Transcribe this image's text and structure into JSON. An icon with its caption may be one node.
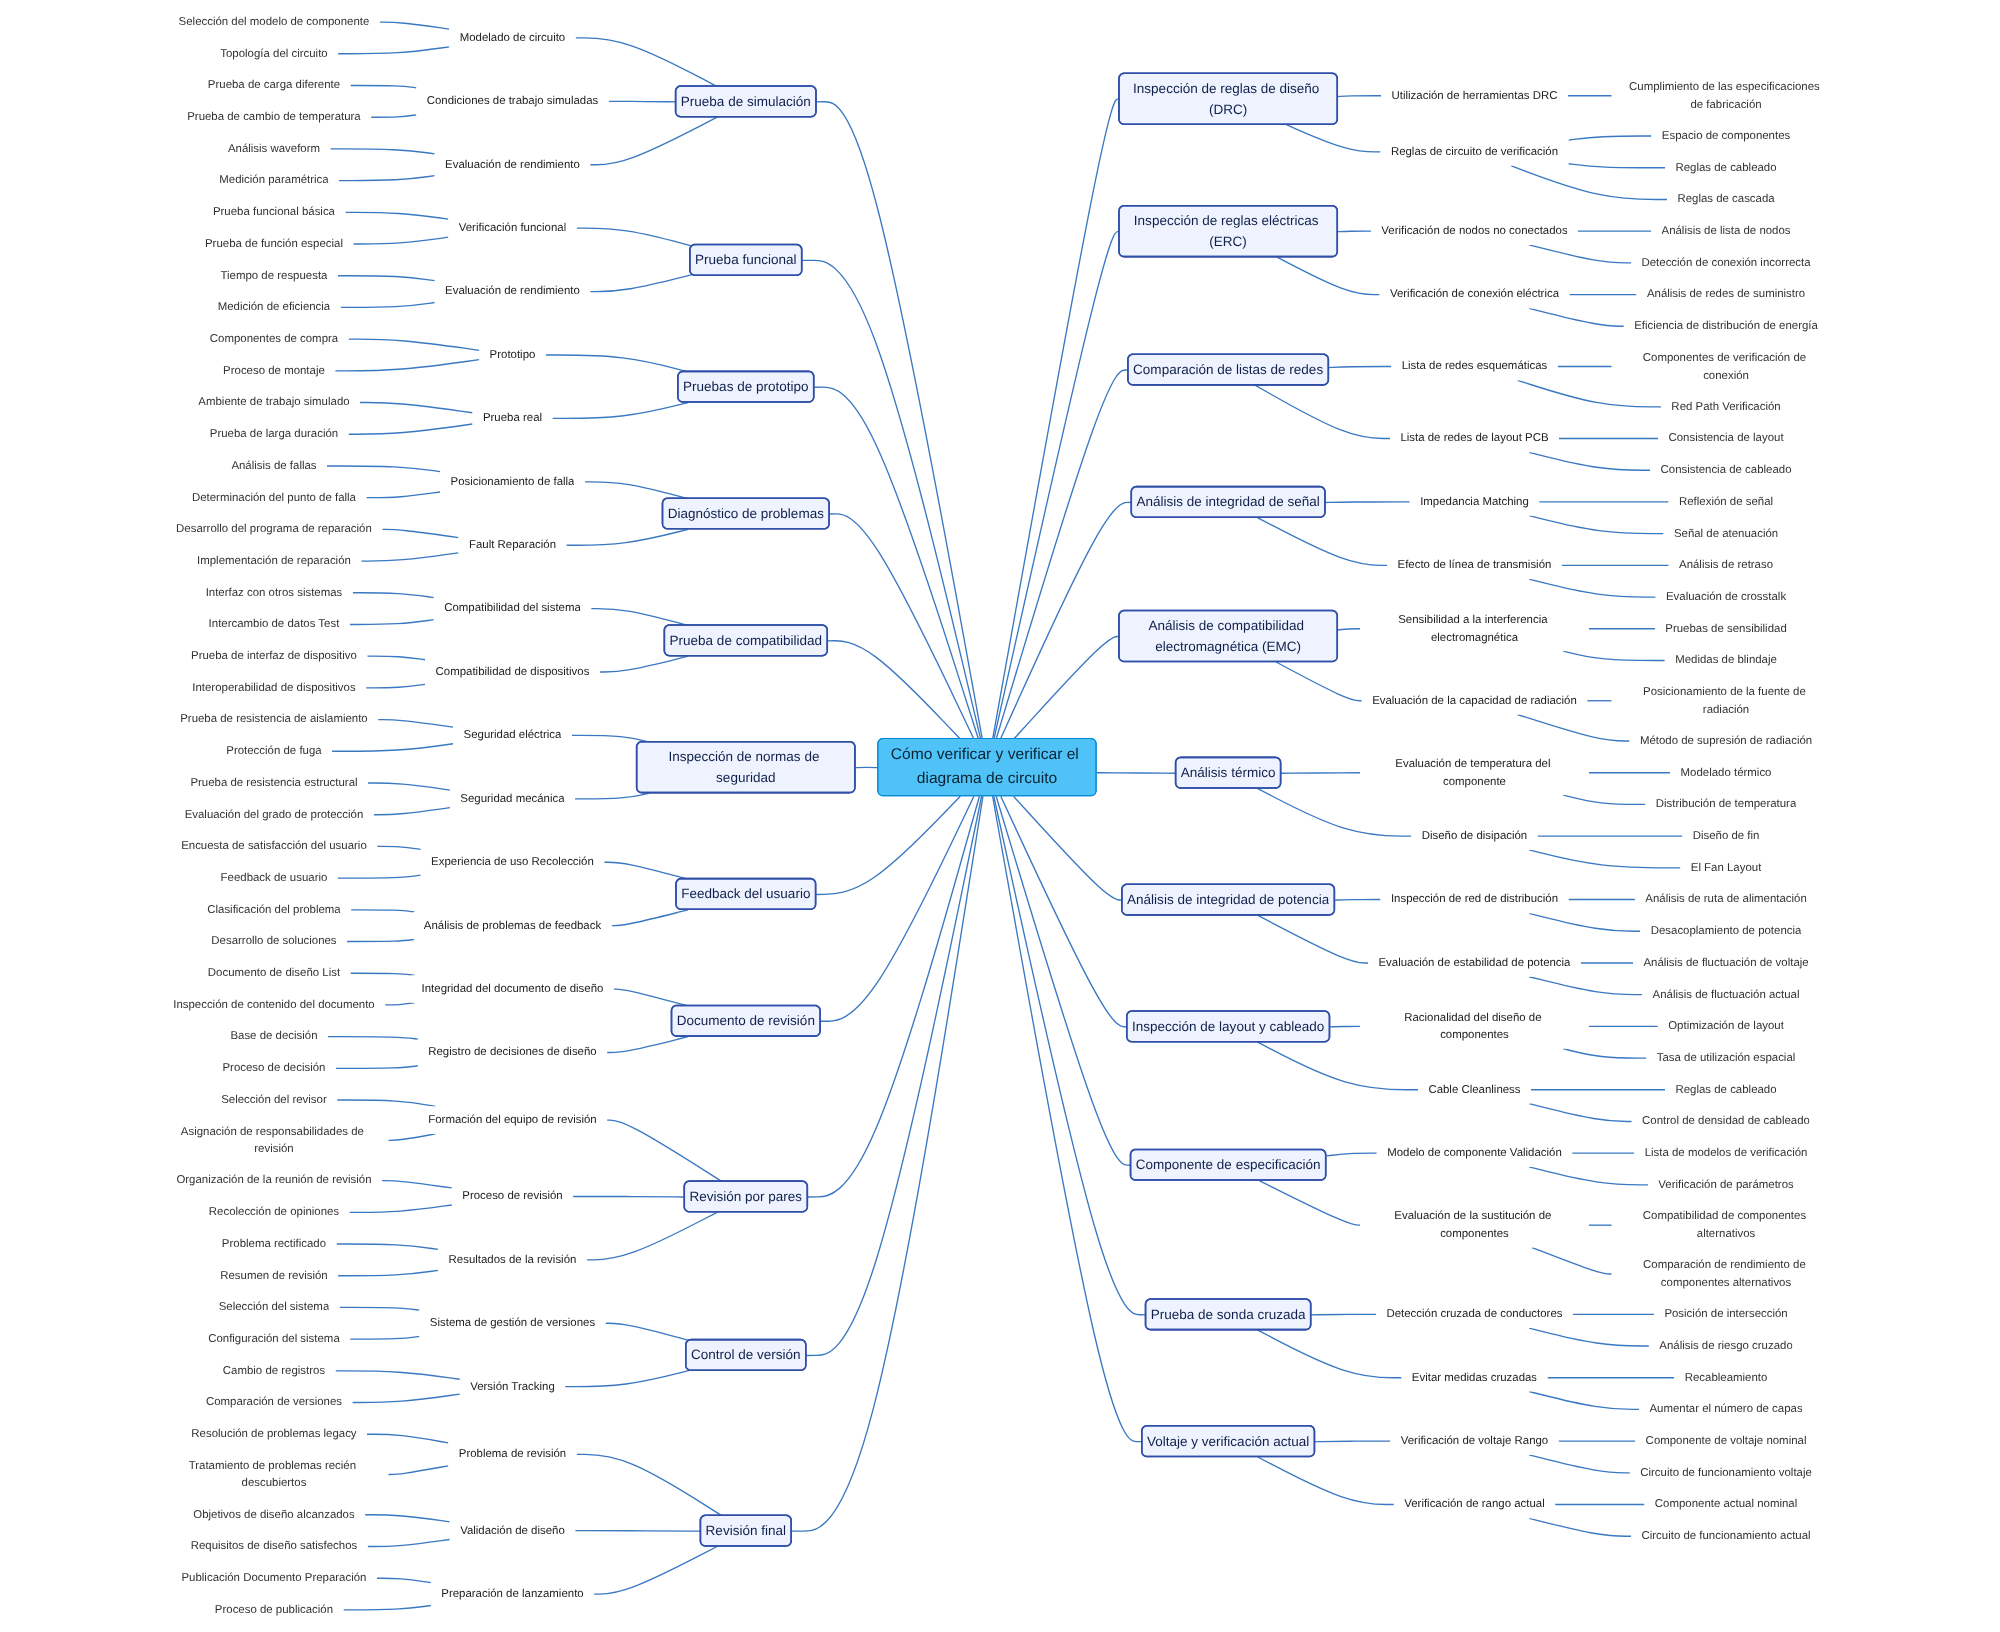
{
  "diagram": {
    "nodes": [
      {
        "text": [
          "Cómo verificar y verificar el diagrama de circuito"
        ]
      },
      {
        "text": [
          "Prueba de simulación"
        ]
      },
      {
        "text": [
          "Modelado de circuito"
        ]
      },
      {
        "text": [
          "Selección del modelo de componente"
        ]
      },
      {
        "text": [
          "Topología del circuito"
        ]
      },
      {
        "text": [
          "Condiciones de trabajo simuladas"
        ]
      },
      {
        "text": [
          "Prueba de carga diferente"
        ]
      },
      {
        "text": [
          "Prueba de cambio de temperatura"
        ]
      },
      {
        "text": [
          "Evaluación de rendimiento"
        ]
      },
      {
        "text": [
          "Análisis waveform"
        ]
      },
      {
        "text": [
          "Medición paramétrica"
        ]
      },
      {
        "text": [
          "Prueba funcional"
        ]
      },
      {
        "text": [
          "Verificación funcional"
        ]
      },
      {
        "text": [
          "Prueba funcional básica"
        ]
      },
      {
        "text": [
          "Prueba de función especial"
        ]
      },
      {
        "text": [
          "Evaluación de rendimiento"
        ]
      },
      {
        "text": [
          "Tiempo de respuesta"
        ]
      },
      {
        "text": [
          "Medición de eficiencia"
        ]
      },
      {
        "text": [
          "Pruebas de prototipo"
        ]
      },
      {
        "text": [
          "Prototipo"
        ]
      },
      {
        "text": [
          "Componentes de compra"
        ]
      },
      {
        "text": [
          "Proceso de montaje"
        ]
      },
      {
        "text": [
          "Prueba real"
        ]
      },
      {
        "text": [
          "Ambiente de trabajo simulado"
        ]
      },
      {
        "text": [
          "Prueba de larga duración"
        ]
      },
      {
        "text": [
          "Diagnóstico de problemas"
        ]
      },
      {
        "text": [
          "Posicionamiento de falla"
        ]
      },
      {
        "text": [
          "Análisis de fallas"
        ]
      },
      {
        "text": [
          "Determinación del punto de falla"
        ]
      },
      {
        "text": [
          "Fault Reparación"
        ]
      },
      {
        "text": [
          "Desarrollo del programa de reparación"
        ]
      },
      {
        "text": [
          "Implementación de reparación"
        ]
      },
      {
        "text": [
          "Prueba de compatibilidad"
        ]
      },
      {
        "text": [
          "Compatibilidad del sistema"
        ]
      },
      {
        "text": [
          "Interfaz con otros sistemas"
        ]
      },
      {
        "text": [
          "Intercambio de datos Test"
        ]
      },
      {
        "text": [
          "Compatibilidad de dispositivos"
        ]
      },
      {
        "text": [
          "Prueba de interfaz de dispositivo"
        ]
      },
      {
        "text": [
          "Interoperabilidad de dispositivos"
        ]
      },
      {
        "text": [
          "Inspección de normas de seguridad"
        ]
      },
      {
        "text": [
          "Seguridad eléctrica"
        ]
      },
      {
        "text": [
          "Prueba de resistencia de aislamiento"
        ]
      },
      {
        "text": [
          "Protección de fuga"
        ]
      },
      {
        "text": [
          "Seguridad mecánica"
        ]
      },
      {
        "text": [
          "Prueba de resistencia estructural"
        ]
      },
      {
        "text": [
          "Evaluación del grado de protección"
        ]
      },
      {
        "text": [
          "Feedback del usuario"
        ]
      },
      {
        "text": [
          "Experiencia de uso Recolección"
        ]
      },
      {
        "text": [
          "Encuesta de satisfacción del usuario"
        ]
      },
      {
        "text": [
          "Feedback de usuario"
        ]
      },
      {
        "text": [
          "Análisis de problemas de feedback"
        ]
      },
      {
        "text": [
          "Clasificación del problema"
        ]
      },
      {
        "text": [
          "Desarrollo de soluciones"
        ]
      },
      {
        "text": [
          "Documento de revisión"
        ]
      },
      {
        "text": [
          "Integridad del documento de diseño"
        ]
      },
      {
        "text": [
          "Documento de diseño List"
        ]
      },
      {
        "text": [
          "Inspección de contenido del documento"
        ]
      },
      {
        "text": [
          "Registro de decisiones de diseño"
        ]
      },
      {
        "text": [
          "Base de decisión"
        ]
      },
      {
        "text": [
          "Proceso de decisión"
        ]
      },
      {
        "text": [
          "Revisión por pares"
        ]
      },
      {
        "text": [
          "Formación del equipo de revisión"
        ]
      },
      {
        "text": [
          "Selección del revisor"
        ]
      },
      {
        "text": [
          "Asignación de responsabilidades de revisión"
        ]
      },
      {
        "text": [
          "Proceso de revisión"
        ]
      },
      {
        "text": [
          "Organización de la reunión de revisión"
        ]
      },
      {
        "text": [
          "Recolección de opiniones"
        ]
      },
      {
        "text": [
          "Resultados de la revisión"
        ]
      },
      {
        "text": [
          "Problema rectificado"
        ]
      },
      {
        "text": [
          "Resumen de revisión"
        ]
      },
      {
        "text": [
          "Control de versión"
        ]
      },
      {
        "text": [
          "Sistema de gestión de versiones"
        ]
      },
      {
        "text": [
          "Selección del sistema"
        ]
      },
      {
        "text": [
          "Configuración del sistema"
        ]
      },
      {
        "text": [
          "Versión Tracking"
        ]
      },
      {
        "text": [
          "Cambio de registros"
        ]
      },
      {
        "text": [
          "Comparación de versiones"
        ]
      },
      {
        "text": [
          "Revisión final"
        ]
      },
      {
        "text": [
          "Problema de revisión"
        ]
      },
      {
        "text": [
          "Resolución de problemas legacy"
        ]
      },
      {
        "text": [
          "Tratamiento de problemas recién descubiertos"
        ]
      },
      {
        "text": [
          "Validación de diseño"
        ]
      },
      {
        "text": [
          "Objetivos de diseño alcanzados"
        ]
      },
      {
        "text": [
          "Requisitos de diseño satisfechos"
        ]
      },
      {
        "text": [
          "Preparación de lanzamiento"
        ]
      },
      {
        "text": [
          "Publicación Documento Preparación"
        ]
      },
      {
        "text": [
          "Proceso de publicación"
        ]
      },
      {
        "text": [
          "Inspección de reglas de diseño (DRC)"
        ]
      },
      {
        "text": [
          "Utilización de herramientas DRC"
        ]
      },
      {
        "text": [
          "Cumplimiento de las especificaciones de fabricación"
        ]
      },
      {
        "text": [
          "Reglas de circuito de verificación"
        ]
      },
      {
        "text": [
          "Espacio de componentes"
        ]
      },
      {
        "text": [
          "Reglas de cableado"
        ]
      },
      {
        "text": [
          "Reglas de cascada"
        ]
      },
      {
        "text": [
          "Inspección de reglas eléctricas (ERC)"
        ]
      },
      {
        "text": [
          "Verificación de nodos no conectados"
        ]
      },
      {
        "text": [
          "Análisis de lista de nodos"
        ]
      },
      {
        "text": [
          "Detección de conexión incorrecta"
        ]
      },
      {
        "text": [
          "Verificación de conexión eléctrica"
        ]
      },
      {
        "text": [
          "Análisis de redes de suministro"
        ]
      },
      {
        "text": [
          "Eficiencia de distribución de energía"
        ]
      },
      {
        "text": [
          "Comparación de listas de redes"
        ]
      },
      {
        "text": [
          "Lista de redes esquemáticas"
        ]
      },
      {
        "text": [
          "Componentes de verificación de conexión"
        ]
      },
      {
        "text": [
          "Red Path Verificación"
        ]
      },
      {
        "text": [
          "Lista de redes de layout PCB"
        ]
      },
      {
        "text": [
          "Consistencia de layout"
        ]
      },
      {
        "text": [
          "Consistencia de cableado"
        ]
      },
      {
        "text": [
          "Análisis de integridad de señal"
        ]
      },
      {
        "text": [
          "Impedancia Matching"
        ]
      },
      {
        "text": [
          "Reflexión de señal"
        ]
      },
      {
        "text": [
          "Señal de atenuación"
        ]
      },
      {
        "text": [
          "Efecto de línea de transmisión"
        ]
      },
      {
        "text": [
          "Análisis de retraso"
        ]
      },
      {
        "text": [
          "Evaluación de crosstalk"
        ]
      },
      {
        "text": [
          "Análisis de compatibilidad electromagnética (EMC)"
        ]
      },
      {
        "text": [
          "Sensibilidad a la interferencia electromagnética"
        ]
      },
      {
        "text": [
          "Pruebas de sensibilidad"
        ]
      },
      {
        "text": [
          "Medidas de blindaje"
        ]
      },
      {
        "text": [
          "Evaluación de la capacidad de radiación"
        ]
      },
      {
        "text": [
          "Posicionamiento de la fuente de radiación"
        ]
      },
      {
        "text": [
          "Método de supresión de radiación"
        ]
      },
      {
        "text": [
          "Análisis térmico"
        ]
      },
      {
        "text": [
          "Evaluación de temperatura del componente"
        ]
      },
      {
        "text": [
          "Modelado térmico"
        ]
      },
      {
        "text": [
          "Distribución de temperatura"
        ]
      },
      {
        "text": [
          "Diseño de disipación"
        ]
      },
      {
        "text": [
          "Diseño de fin"
        ]
      },
      {
        "text": [
          "El Fan Layout"
        ]
      },
      {
        "text": [
          "Análisis de integridad de potencia"
        ]
      },
      {
        "text": [
          "Inspección de red de distribución"
        ]
      },
      {
        "text": [
          "Análisis de ruta de alimentación"
        ]
      },
      {
        "text": [
          "Desacoplamiento de potencia"
        ]
      },
      {
        "text": [
          "Evaluación de estabilidad de potencia"
        ]
      },
      {
        "text": [
          "Análisis de fluctuación de voltaje"
        ]
      },
      {
        "text": [
          "Análisis de fluctuación actual"
        ]
      },
      {
        "text": [
          "Inspección de layout y cableado"
        ]
      },
      {
        "text": [
          "Racionalidad del diseño de componentes"
        ]
      },
      {
        "text": [
          "Optimización de layout"
        ]
      },
      {
        "text": [
          "Tasa de utilización espacial"
        ]
      },
      {
        "text": [
          "Cable Cleanliness"
        ]
      },
      {
        "text": [
          "Reglas de cableado"
        ]
      },
      {
        "text": [
          "Control de densidad de cableado"
        ]
      },
      {
        "text": [
          "Componente de especificación"
        ]
      },
      {
        "text": [
          "Modelo de componente Validación"
        ]
      },
      {
        "text": [
          "Lista de modelos de verificación"
        ]
      },
      {
        "text": [
          "Verificación de parámetros"
        ]
      },
      {
        "text": [
          "Evaluación de la sustitución de componentes"
        ]
      },
      {
        "text": [
          "Compatibilidad de componentes alternativos"
        ]
      },
      {
        "text": [
          "Comparación de rendimiento de componentes alternativos"
        ]
      },
      {
        "text": [
          "Prueba de sonda cruzada"
        ]
      },
      {
        "text": [
          "Detección cruzada de conductores"
        ]
      },
      {
        "text": [
          "Posición de intersección"
        ]
      },
      {
        "text": [
          "Análisis de riesgo cruzado"
        ]
      },
      {
        "text": [
          "Evitar medidas cruzadas"
        ]
      },
      {
        "text": [
          "Recableamiento"
        ]
      },
      {
        "text": [
          "Aumentar el número de capas"
        ]
      },
      {
        "text": [
          "Voltaje y verificación actual"
        ]
      },
      {
        "text": [
          "Verificación de voltaje Rango"
        ]
      },
      {
        "text": [
          "Componente de voltaje nominal"
        ]
      },
      {
        "text": [
          "Circuito de funcionamiento voltaje"
        ]
      },
      {
        "text": [
          "Verificación de rango actual"
        ]
      },
      {
        "text": [
          "Componente actual nominal"
        ]
      },
      {
        "text": [
          "Circuito de funcionamiento actual"
        ]
      }
    ],
    "edges": [
      {
        "from": 1,
        "to": 0,
        "arrow": "none"
      },
      {
        "from": 2,
        "to": 1,
        "arrow": "none"
      },
      {
        "from": 3,
        "to": 2,
        "arrow": "none"
      },
      {
        "from": 4,
        "to": 2,
        "arrow": "none"
      },
      {
        "from": 5,
        "to": 1,
        "arrow": "none"
      },
      {
        "from": 6,
        "to": 5,
        "arrow": "none"
      },
      {
        "from": 7,
        "to": 5,
        "arrow": "none"
      },
      {
        "from": 8,
        "to": 1,
        "arrow": "none"
      },
      {
        "from": 9,
        "to": 8,
        "arrow": "none"
      },
      {
        "from": 10,
        "to": 8,
        "arrow": "none"
      },
      {
        "from": 11,
        "to": 0,
        "arrow": "none"
      },
      {
        "from": 12,
        "to": 11,
        "arrow": "none"
      },
      {
        "from": 13,
        "to": 12,
        "arrow": "none"
      },
      {
        "from": 14,
        "to": 12,
        "arrow": "none"
      },
      {
        "from": 15,
        "to": 11,
        "arrow": "none"
      },
      {
        "from": 16,
        "to": 15,
        "arrow": "none"
      },
      {
        "from": 17,
        "to": 15,
        "arrow": "none"
      },
      {
        "from": 18,
        "to": 0,
        "arrow": "none"
      },
      {
        "from": 19,
        "to": 18,
        "arrow": "none"
      },
      {
        "from": 20,
        "to": 19,
        "arrow": "none"
      },
      {
        "from": 21,
        "to": 19,
        "arrow": "none"
      },
      {
        "from": 22,
        "to": 18,
        "arrow": "none"
      },
      {
        "from": 23,
        "to": 22,
        "arrow": "none"
      },
      {
        "from": 24,
        "to": 22,
        "arrow": "none"
      },
      {
        "from": 25,
        "to": 0,
        "arrow": "none"
      },
      {
        "from": 26,
        "to": 25,
        "arrow": "none"
      },
      {
        "from": 27,
        "to": 26,
        "arrow": "none"
      },
      {
        "from": 28,
        "to": 26,
        "arrow": "none"
      },
      {
        "from": 29,
        "to": 25,
        "arrow": "none"
      },
      {
        "from": 30,
        "to": 29,
        "arrow": "none"
      },
      {
        "from": 31,
        "to": 29,
        "arrow": "none"
      },
      {
        "from": 32,
        "to": 0,
        "arrow": "none"
      },
      {
        "from": 33,
        "to": 32,
        "arrow": "none"
      },
      {
        "from": 34,
        "to": 33,
        "arrow": "none"
      },
      {
        "from": 35,
        "to": 33,
        "arrow": "none"
      },
      {
        "from": 36,
        "to": 32,
        "arrow": "none"
      },
      {
        "from": 37,
        "to": 36,
        "arrow": "none"
      },
      {
        "from": 38,
        "to": 36,
        "arrow": "none"
      },
      {
        "from": 39,
        "to": 0,
        "arrow": "none"
      },
      {
        "from": 40,
        "to": 39,
        "arrow": "none"
      },
      {
        "from": 41,
        "to": 40,
        "arrow": "none"
      },
      {
        "from": 42,
        "to": 40,
        "arrow": "none"
      },
      {
        "from": 43,
        "to": 39,
        "arrow": "none"
      },
      {
        "from": 44,
        "to": 43,
        "arrow": "none"
      },
      {
        "from": 45,
        "to": 43,
        "arrow": "none"
      },
      {
        "from": 46,
        "to": 0,
        "arrow": "none"
      },
      {
        "from": 47,
        "to": 46,
        "arrow": "none"
      },
      {
        "from": 48,
        "to": 47,
        "arrow": "none"
      },
      {
        "from": 49,
        "to": 47,
        "arrow": "none"
      },
      {
        "from": 50,
        "to": 46,
        "arrow": "none"
      },
      {
        "from": 51,
        "to": 50,
        "arrow": "none"
      },
      {
        "from": 52,
        "to": 50,
        "arrow": "none"
      },
      {
        "from": 53,
        "to": 0,
        "arrow": "none"
      },
      {
        "from": 54,
        "to": 53,
        "arrow": "none"
      },
      {
        "from": 55,
        "to": 54,
        "arrow": "none"
      },
      {
        "from": 56,
        "to": 54,
        "arrow": "none"
      },
      {
        "from": 57,
        "to": 53,
        "arrow": "none"
      },
      {
        "from": 58,
        "to": 57,
        "arrow": "none"
      },
      {
        "from": 59,
        "to": 57,
        "arrow": "none"
      },
      {
        "from": 60,
        "to": 0,
        "arrow": "none"
      },
      {
        "from": 61,
        "to": 60,
        "arrow": "none"
      },
      {
        "from": 62,
        "to": 61,
        "arrow": "none"
      },
      {
        "from": 63,
        "to": 61,
        "arrow": "none"
      },
      {
        "from": 64,
        "to": 60,
        "arrow": "none"
      },
      {
        "from": 65,
        "to": 64,
        "arrow": "none"
      },
      {
        "from": 66,
        "to": 64,
        "arrow": "none"
      },
      {
        "from": 67,
        "to": 60,
        "arrow": "none"
      },
      {
        "from": 68,
        "to": 67,
        "arrow": "none"
      },
      {
        "from": 69,
        "to": 67,
        "arrow": "none"
      },
      {
        "from": 70,
        "to": 0,
        "arrow": "none"
      },
      {
        "from": 71,
        "to": 70,
        "arrow": "none"
      },
      {
        "from": 72,
        "to": 71,
        "arrow": "none"
      },
      {
        "from": 73,
        "to": 71,
        "arrow": "none"
      },
      {
        "from": 74,
        "to": 70,
        "arrow": "none"
      },
      {
        "from": 75,
        "to": 74,
        "arrow": "none"
      },
      {
        "from": 76,
        "to": 74,
        "arrow": "none"
      },
      {
        "from": 77,
        "to": 0,
        "arrow": "none"
      },
      {
        "from": 78,
        "to": 77,
        "arrow": "none"
      },
      {
        "from": 79,
        "to": 78,
        "arrow": "none"
      },
      {
        "from": 80,
        "to": 78,
        "arrow": "none"
      },
      {
        "from": 81,
        "to": 77,
        "arrow": "none"
      },
      {
        "from": 82,
        "to": 81,
        "arrow": "none"
      },
      {
        "from": 83,
        "to": 81,
        "arrow": "none"
      },
      {
        "from": 84,
        "to": 77,
        "arrow": "none"
      },
      {
        "from": 85,
        "to": 84,
        "arrow": "none"
      },
      {
        "from": 86,
        "to": 84,
        "arrow": "none"
      },
      {
        "from": 0,
        "to": 87,
        "arrow": "none"
      },
      {
        "from": 87,
        "to": 88,
        "arrow": "none"
      },
      {
        "from": 88,
        "to": 89,
        "arrow": "none"
      },
      {
        "from": 87,
        "to": 90,
        "arrow": "none"
      },
      {
        "from": 90,
        "to": 91,
        "arrow": "none"
      },
      {
        "from": 90,
        "to": 92,
        "arrow": "none"
      },
      {
        "from": 90,
        "to": 93,
        "arrow": "none"
      },
      {
        "from": 0,
        "to": 94,
        "arrow": "none"
      },
      {
        "from": 94,
        "to": 95,
        "arrow": "none"
      },
      {
        "from": 95,
        "to": 96,
        "arrow": "none"
      },
      {
        "from": 95,
        "to": 97,
        "arrow": "none"
      },
      {
        "from": 94,
        "to": 98,
        "arrow": "none"
      },
      {
        "from": 98,
        "to": 99,
        "arrow": "none"
      },
      {
        "from": 98,
        "to": 100,
        "arrow": "none"
      },
      {
        "from": 0,
        "to": 101,
        "arrow": "none"
      },
      {
        "from": 101,
        "to": 102,
        "arrow": "none"
      },
      {
        "from": 102,
        "to": 103,
        "arrow": "none"
      },
      {
        "from": 102,
        "to": 104,
        "arrow": "none"
      },
      {
        "from": 101,
        "to": 105,
        "arrow": "none"
      },
      {
        "from": 105,
        "to": 106,
        "arrow": "none"
      },
      {
        "from": 105,
        "to": 107,
        "arrow": "none"
      },
      {
        "from": 0,
        "to": 108,
        "arrow": "none"
      },
      {
        "from": 108,
        "to": 109,
        "arrow": "none"
      },
      {
        "from": 109,
        "to": 110,
        "arrow": "none"
      },
      {
        "from": 109,
        "to": 111,
        "arrow": "none"
      },
      {
        "from": 108,
        "to": 112,
        "arrow": "none"
      },
      {
        "from": 112,
        "to": 113,
        "arrow": "none"
      },
      {
        "from": 112,
        "to": 114,
        "arrow": "none"
      },
      {
        "from": 0,
        "to": 115,
        "arrow": "none"
      },
      {
        "from": 115,
        "to": 116,
        "arrow": "none"
      },
      {
        "from": 116,
        "to": 117,
        "arrow": "none"
      },
      {
        "from": 116,
        "to": 118,
        "arrow": "none"
      },
      {
        "from": 115,
        "to": 119,
        "arrow": "none"
      },
      {
        "from": 119,
        "to": 120,
        "arrow": "none"
      },
      {
        "from": 119,
        "to": 121,
        "arrow": "none"
      },
      {
        "from": 0,
        "to": 122,
        "arrow": "none"
      },
      {
        "from": 122,
        "to": 123,
        "arrow": "none"
      },
      {
        "from": 123,
        "to": 124,
        "arrow": "none"
      },
      {
        "from": 123,
        "to": 125,
        "arrow": "none"
      },
      {
        "from": 122,
        "to": 126,
        "arrow": "none"
      },
      {
        "from": 126,
        "to": 127,
        "arrow": "none"
      },
      {
        "from": 126,
        "to": 128,
        "arrow": "none"
      },
      {
        "from": 0,
        "to": 129,
        "arrow": "none"
      },
      {
        "from": 129,
        "to": 130,
        "arrow": "none"
      },
      {
        "from": 130,
        "to": 131,
        "arrow": "none"
      },
      {
        "from": 130,
        "to": 132,
        "arrow": "none"
      },
      {
        "from": 129,
        "to": 133,
        "arrow": "none"
      },
      {
        "from": 133,
        "to": 134,
        "arrow": "none"
      },
      {
        "from": 133,
        "to": 135,
        "arrow": "none"
      },
      {
        "from": 0,
        "to": 136,
        "arrow": "none"
      },
      {
        "from": 136,
        "to": 137,
        "arrow": "none"
      },
      {
        "from": 137,
        "to": 138,
        "arrow": "none"
      },
      {
        "from": 137,
        "to": 139,
        "arrow": "none"
      },
      {
        "from": 136,
        "to": 140,
        "arrow": "none"
      },
      {
        "from": 140,
        "to": 141,
        "arrow": "none"
      },
      {
        "from": 140,
        "to": 142,
        "arrow": "none"
      },
      {
        "from": 0,
        "to": 143,
        "arrow": "none"
      },
      {
        "from": 143,
        "to": 144,
        "arrow": "none"
      },
      {
        "from": 144,
        "to": 145,
        "arrow": "none"
      },
      {
        "from": 144,
        "to": 146,
        "arrow": "none"
      },
      {
        "from": 143,
        "to": 147,
        "arrow": "none"
      },
      {
        "from": 147,
        "to": 148,
        "arrow": "none"
      },
      {
        "from": 147,
        "to": 149,
        "arrow": "none"
      },
      {
        "from": 0,
        "to": 150,
        "arrow": "none"
      },
      {
        "from": 150,
        "to": 151,
        "arrow": "none"
      },
      {
        "from": 151,
        "to": 152,
        "arrow": "none"
      },
      {
        "from": 151,
        "to": 153,
        "arrow": "none"
      },
      {
        "from": 150,
        "to": 154,
        "arrow": "none"
      },
      {
        "from": 154,
        "to": 155,
        "arrow": "none"
      },
      {
        "from": 154,
        "to": 156,
        "arrow": "none"
      },
      {
        "from": 0,
        "to": 157,
        "arrow": "none"
      },
      {
        "from": 157,
        "to": 158,
        "arrow": "none"
      },
      {
        "from": 158,
        "to": 159,
        "arrow": "none"
      },
      {
        "from": 158,
        "to": 160,
        "arrow": "none"
      },
      {
        "from": 157,
        "to": 161,
        "arrow": "none"
      },
      {
        "from": 161,
        "to": 162,
        "arrow": "none"
      },
      {
        "from": 161,
        "to": 163,
        "arrow": "none"
      }
    ]
  }
}
